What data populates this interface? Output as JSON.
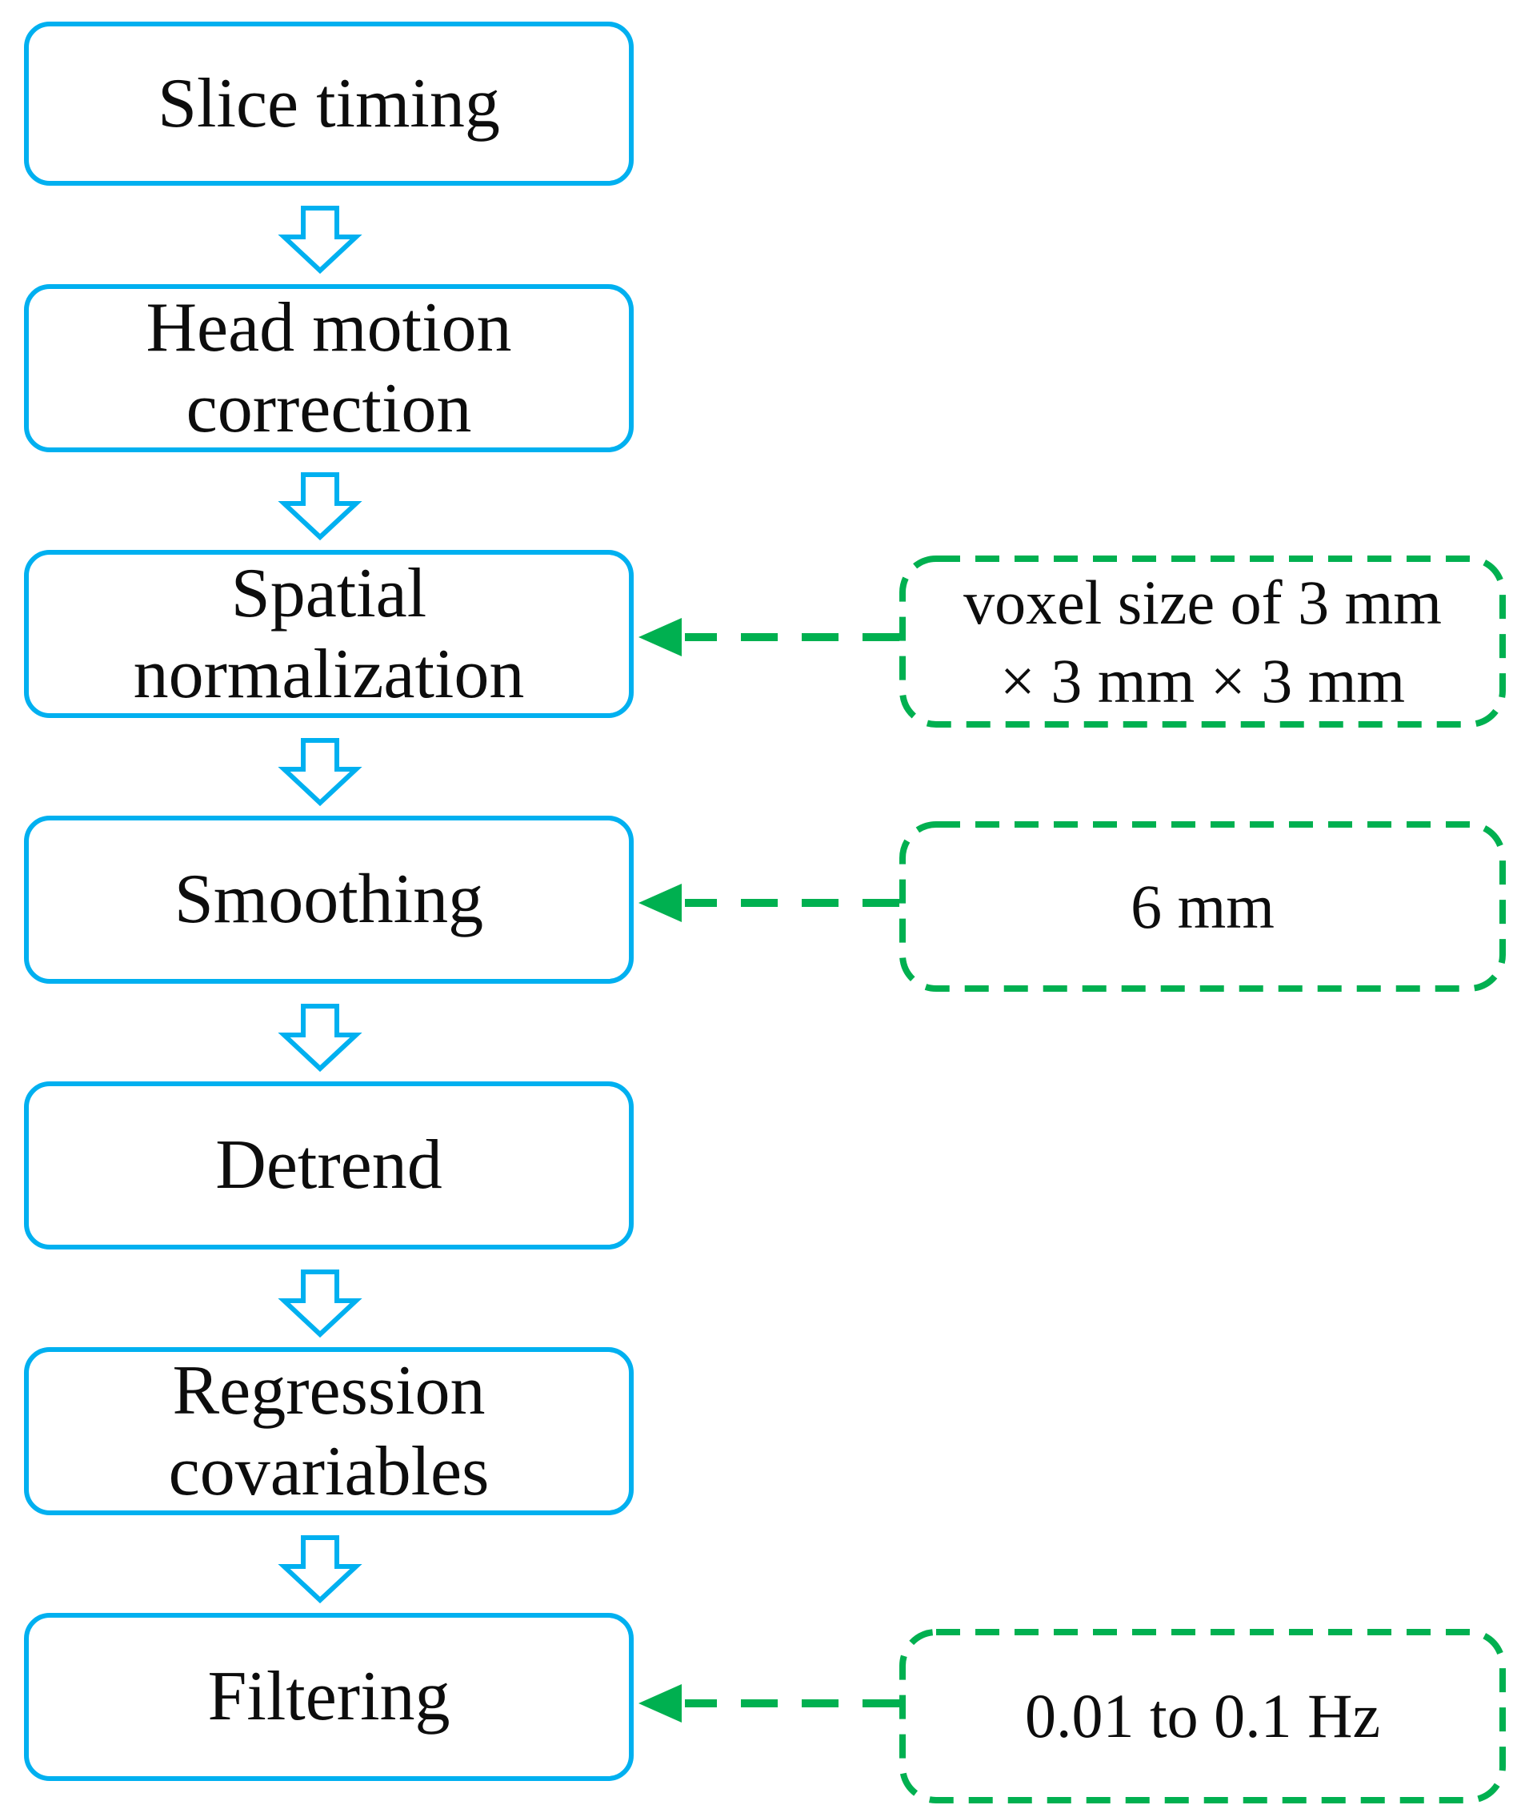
{
  "flow": {
    "steps": [
      {
        "label": "Slice timing"
      },
      {
        "label": "Head motion\ncorrection"
      },
      {
        "label": "Spatial\nnormalization"
      },
      {
        "label": "Smoothing"
      },
      {
        "label": "Detrend"
      },
      {
        "label": "Regression\ncovariables"
      },
      {
        "label": "Filtering"
      }
    ],
    "annotations": [
      {
        "label": "voxel size of 3 mm\n× 3 mm × 3 mm",
        "target": "Spatial normalization"
      },
      {
        "label": "6 mm",
        "target": "Smoothing"
      },
      {
        "label": "0.01 to 0.1 Hz",
        "target": "Filtering"
      }
    ]
  },
  "colors": {
    "step_border": "#00B0F0",
    "annotation_border": "#00B050",
    "text": "#0d0d0d"
  }
}
